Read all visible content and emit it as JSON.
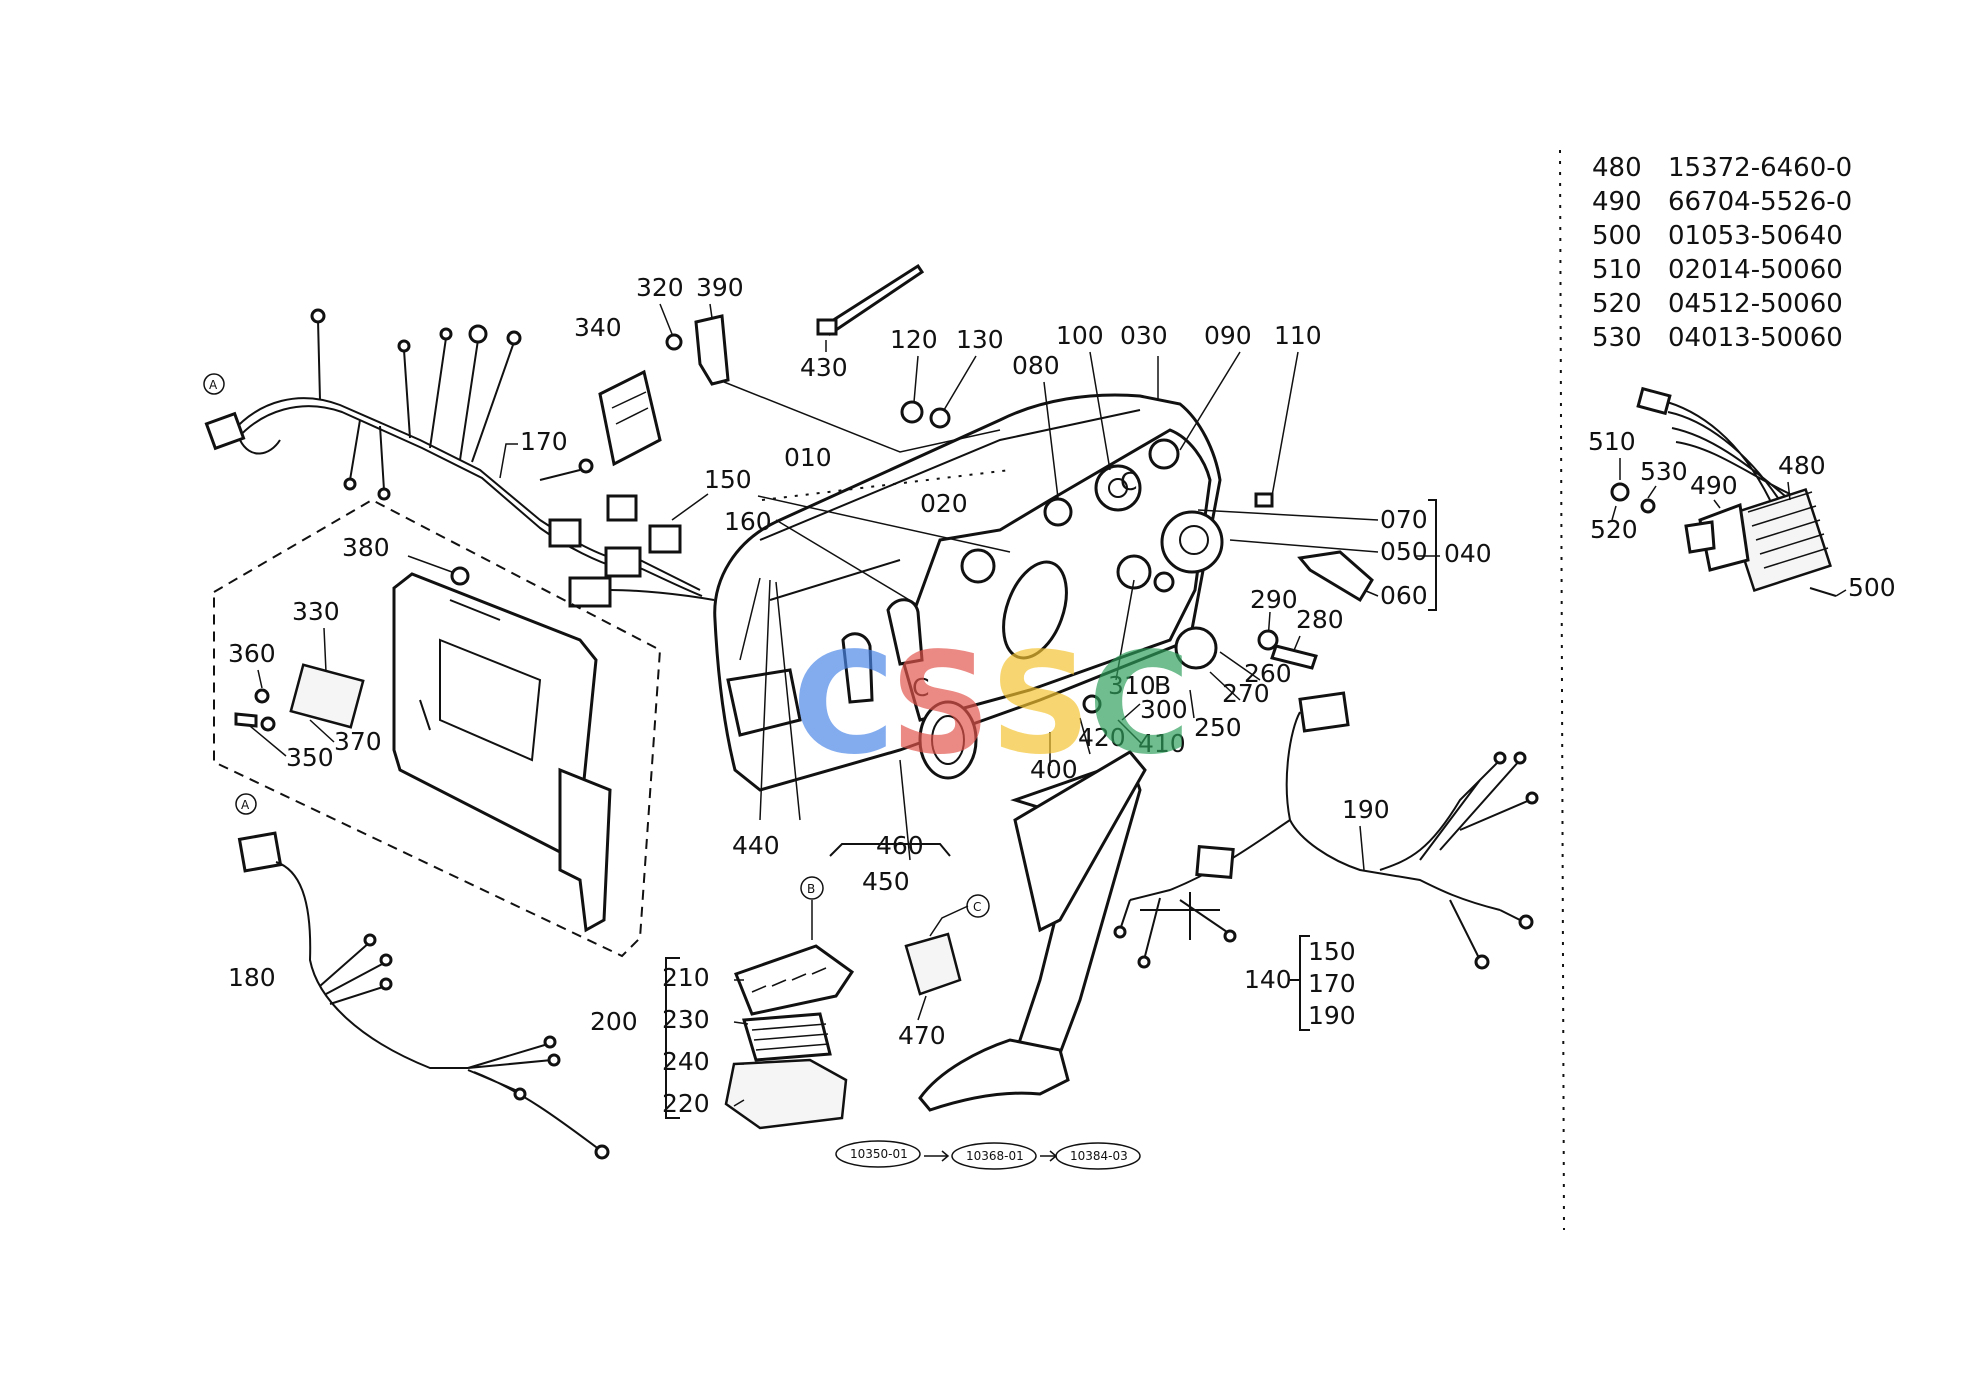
{
  "parts_table": [
    {
      "ref": "480",
      "part_no": "15372-6460-0"
    },
    {
      "ref": "490",
      "part_no": "66704-5526-0"
    },
    {
      "ref": "500",
      "part_no": "01053-50640"
    },
    {
      "ref": "510",
      "part_no": "02014-50060"
    },
    {
      "ref": "520",
      "part_no": "04512-50060"
    },
    {
      "ref": "530",
      "part_no": "04013-50060"
    }
  ],
  "callouts": {
    "c010": "010",
    "c020": "020",
    "c030": "030",
    "c040": "040",
    "c050": "050",
    "c060": "060",
    "c070": "070",
    "c080": "080",
    "c090": "090",
    "c100": "100",
    "c110": "110",
    "c120": "120",
    "c130": "130",
    "c140": "140",
    "c150": "150",
    "c150b": "150",
    "c160": "160",
    "c170": "170",
    "c170b": "170",
    "c180": "180",
    "c190": "190",
    "c190b": "190",
    "c200": "200",
    "c210": "210",
    "c220": "220",
    "c230": "230",
    "c240": "240",
    "c250": "250",
    "c260": "260",
    "c270": "270",
    "c280": "280",
    "c290": "290",
    "c300": "300",
    "c310": "310",
    "c320": "320",
    "c330": "330",
    "c340": "340",
    "c350": "350",
    "c360": "360",
    "c370": "370",
    "c380": "380",
    "c390": "390",
    "c400": "400",
    "c410": "410",
    "c420": "420",
    "c430": "430",
    "c440": "440",
    "c450": "450",
    "c460": "460",
    "c470": "470",
    "c480": "480",
    "c490": "490",
    "c500": "500",
    "c510": "510",
    "c520": "520",
    "c530": "530"
  },
  "connector_markers": {
    "a1": "A",
    "a2": "A",
    "b1": "B",
    "b2": "B",
    "c1": "C",
    "c2": "C",
    "c3": "C"
  },
  "serial_flow": [
    "10350-01",
    "10368-01",
    "10384-03"
  ],
  "watermark": {
    "letters": [
      "C",
      "S",
      "S",
      "C"
    ],
    "colors": [
      "#4a86e8",
      "#e2534b",
      "#f4c430",
      "#2e9e5b"
    ]
  }
}
